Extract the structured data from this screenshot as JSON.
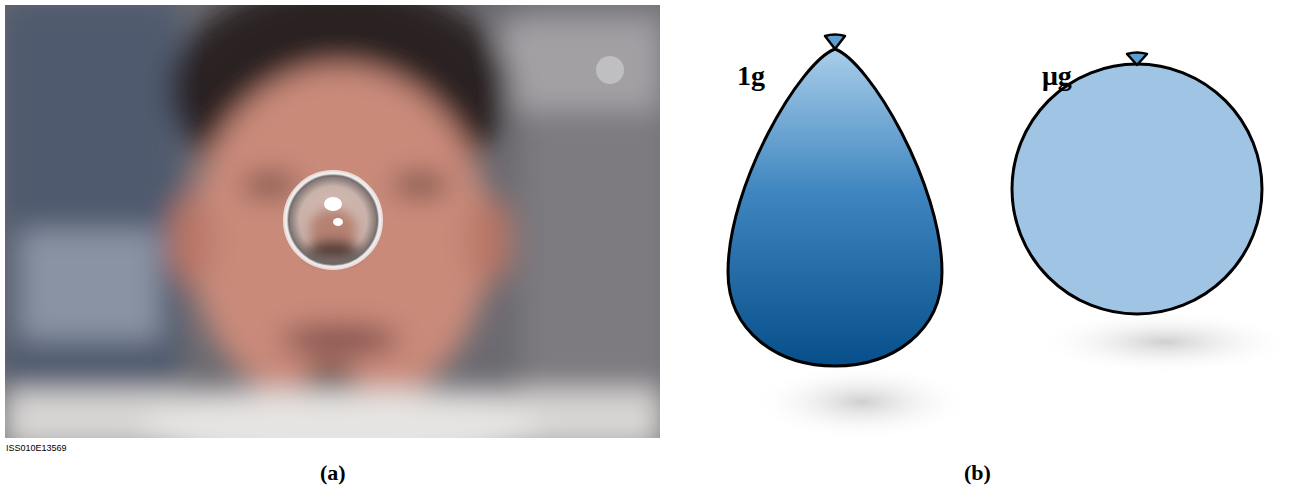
{
  "diagram": {
    "labels": [
      "ISS010E13569",
      "(a)",
      "(b)",
      "1g",
      "μg"
    ]
  }
}
